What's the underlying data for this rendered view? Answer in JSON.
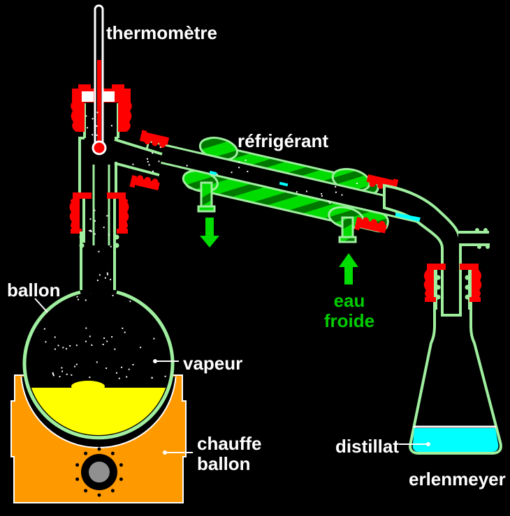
{
  "diagram": {
    "type": "schematic",
    "subject": "distillation-apparatus",
    "language": "fr"
  },
  "labels": {
    "thermometre": "thermomètre",
    "refrigerant": "réfrigérant",
    "ballon": "ballon",
    "vapeur": "vapeur",
    "chauffe_line1": "chauffe",
    "chauffe_line2": "ballon",
    "eau_line1": "eau",
    "eau_line2": "froide",
    "distillat": "distillat",
    "erlenmeyer": "erlenmeyer"
  },
  "colors": {
    "background": "#000000",
    "glass": "#9FEF9F",
    "water_bright": "#00DC00",
    "water_dark": "#007800",
    "arrow_green": "#00DD00",
    "label_green": "#00CC00",
    "clamp_red": "#FF0000",
    "mantle_orange": "#FF9900",
    "liquid_yellow": "#FFFF00",
    "distillate_cyan": "#00FFFF",
    "knob_gray": "#909090",
    "label_white": "#FFFFFF"
  }
}
